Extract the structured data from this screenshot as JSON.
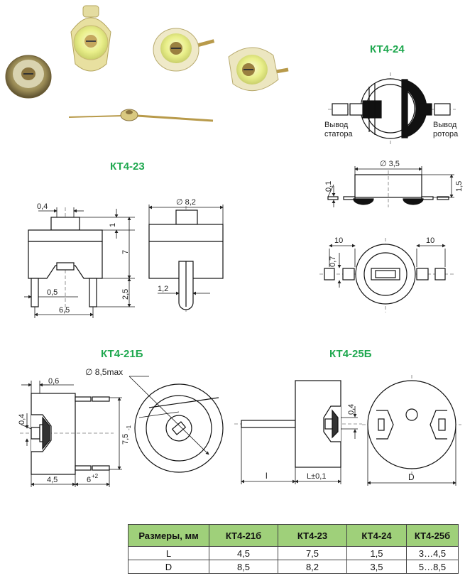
{
  "titles": {
    "kt424": "КТ4-24",
    "kt423": "КТ4-23",
    "kt421": "КТ4-21Б",
    "kt425": "КТ4-25Б"
  },
  "kt424": {
    "stator_line1": "Вывод",
    "stator_line2": "статора",
    "rotor_line1": "Вывод",
    "rotor_line2": "ротора",
    "dim_diam": "∅ 3,5",
    "dim_h1": "0,1",
    "dim_h2": "1,5",
    "dim_lead_left": "10",
    "dim_lead_right": "10",
    "dim_lead_w": "0,7"
  },
  "kt423": {
    "dim_top": "0,4",
    "dim_diam": "∅ 8,2",
    "dim_1": "1",
    "dim_7": "7",
    "dim_25": "2,5",
    "dim_05": "0,5",
    "dim_65": "6,5",
    "dim_12": "1,2"
  },
  "kt421": {
    "dim_06": "0,6",
    "dim_diam": "∅ 8,5max",
    "dim_04": "0,4",
    "dim_75": "7,5",
    "dim_75_sub": "-1",
    "dim_45": "4,5",
    "dim_6": "6",
    "dim_6_sup": "+2"
  },
  "kt425": {
    "dim_04": "0,4",
    "dim_l": "l",
    "dim_L": "L±0,1",
    "dim_D": "D"
  },
  "table": {
    "headers": [
      "Размеры, мм",
      "КТ4-21б",
      "КТ4-23",
      "КТ4-24",
      "КТ4-25б"
    ],
    "rows": [
      [
        "L",
        "4,5",
        "7,5",
        "1,5",
        "3…4,5"
      ],
      [
        "D",
        "8,5",
        "8,2",
        "3,5",
        "5…8,5"
      ]
    ]
  },
  "colors": {
    "title": "#1fa84f",
    "header_bg": "#9fd07a"
  }
}
